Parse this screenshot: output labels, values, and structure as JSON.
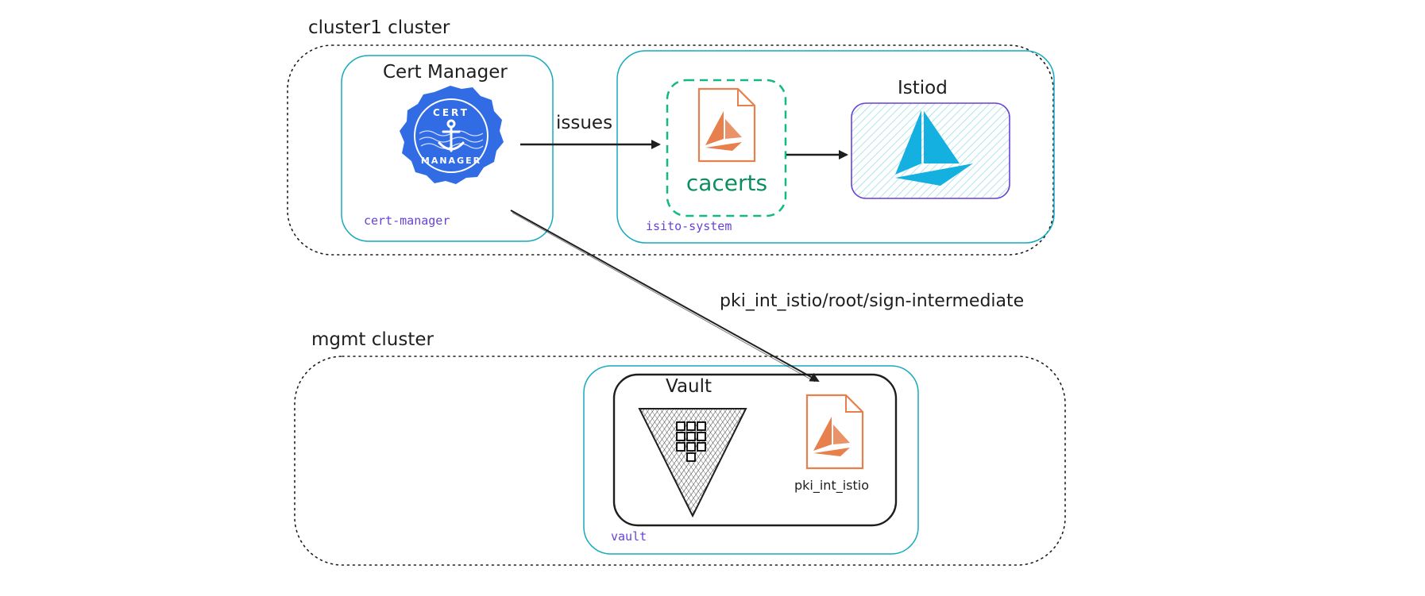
{
  "clusters": {
    "cluster1": {
      "title": "cluster1 cluster"
    },
    "mgmt": {
      "title": "mgmt cluster"
    }
  },
  "namespaces": {
    "cert_manager": {
      "title": "Cert Manager",
      "label": "cert-manager"
    },
    "istio_system": {
      "label": "isito-system"
    },
    "vault": {
      "label": "vault"
    }
  },
  "cert_manager_logo": {
    "line1": "CERT",
    "line2": "MANAGER"
  },
  "cacerts": {
    "label": "cacerts"
  },
  "istiod": {
    "title": "Istiod"
  },
  "vault_box": {
    "title": "Vault"
  },
  "pki_int_istio": {
    "label": "pki_int_istio"
  },
  "edges": {
    "issues": "issues",
    "sign": "pki_int_istio/root/sign-intermediate"
  },
  "colors": {
    "cluster_border": "#1e1e1e",
    "namespace_border": "#15aabf",
    "namespace_text": "#6741d9",
    "cert_manager_blue": "#326ce5",
    "doc_orange": "#e8804e",
    "cacerts_green": "#0c8f60",
    "istio_blue": "#13b0e0",
    "istiod_border": "#6741d9"
  }
}
